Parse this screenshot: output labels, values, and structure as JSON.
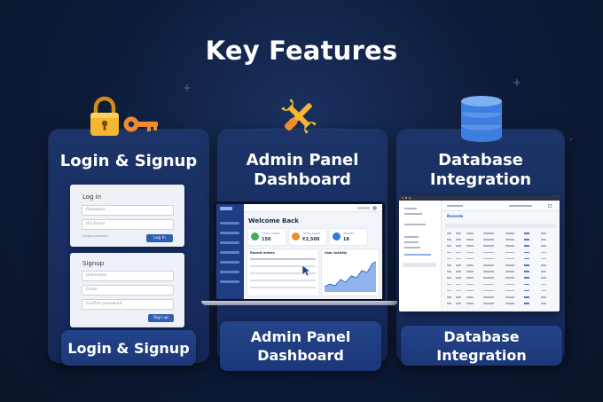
{
  "page": {
    "title": "Key Features"
  },
  "colors": {
    "background": "#0e1c3a",
    "card": "#1a3062",
    "pill": "#20408a",
    "accent_yellow": "#f5b731",
    "accent_orange": "#f08a2c",
    "db_blue": "#3d7fe0"
  },
  "features": [
    {
      "icon": "lock-and-key-icon",
      "heading": "Login & Signup",
      "label": "Login & Signup"
    },
    {
      "icon": "wrench-screwdriver-icon",
      "heading_line1": "Admin Panel",
      "heading_line2": "Dashboard",
      "label_line1": "Admin Panel",
      "label_line2": "Dashboard"
    },
    {
      "icon": "database-icon",
      "heading_line1": "Database",
      "heading_line2": "Integration",
      "label": "Database Integration"
    }
  ],
  "login_form": {
    "title": "Log in",
    "field1": "Password",
    "field2": "Via Email",
    "link": "Forgot password",
    "button": "Log In"
  },
  "signup_form": {
    "title": "Signup",
    "field1": "Username",
    "field2": "Email",
    "field3": "Confirm password",
    "button": "Sign up"
  },
  "dashboard": {
    "welcome": "Welcome Back",
    "stats": [
      {
        "label": "TOTAL USERS",
        "value": "150"
      },
      {
        "label": "TOTAL SALES",
        "value": "₹2,500"
      },
      {
        "label": "ORDERS",
        "value": "18"
      }
    ],
    "recent_orders": "Recent orders",
    "user_activity": "User Activity"
  },
  "database": {
    "table_title": "Records"
  }
}
